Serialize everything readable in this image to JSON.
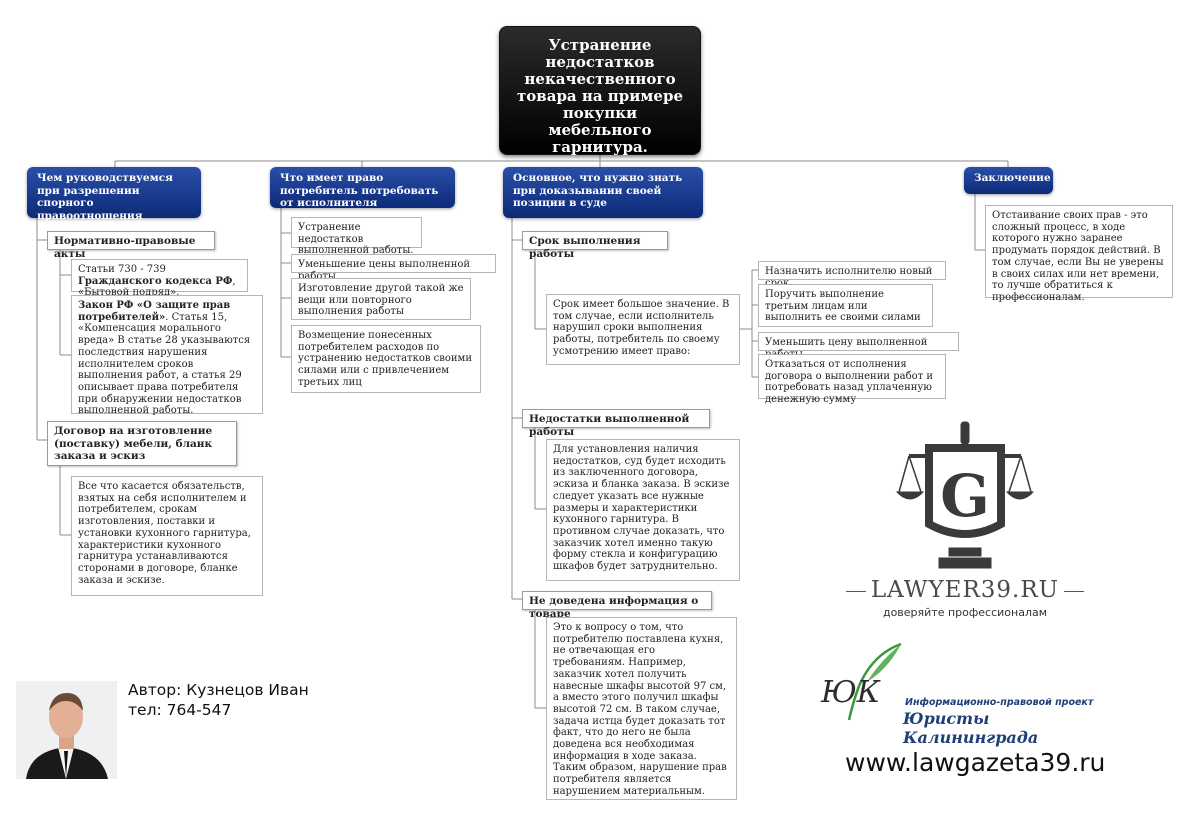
{
  "title": "Устранение недостатков некачественного товара на примере покупки мебельного гарнитура.",
  "categories": {
    "c1": "Чем руководствуемся при разрешении спорного правоотношения",
    "c2": "Что имеет право потребитель потребовать от исполнителя",
    "c3": "Основное, что нужно знать при доказывании своей позиции в суде",
    "c4": "Заключение"
  },
  "branch1": {
    "acts_title": "Нормативно-правовые акты",
    "gk_prefix": "Статьи 730 - 739 ",
    "gk_bold": "Гражданского кодекса РФ",
    "gk_suffix": ", «Бытовой подряд».",
    "zpp_bold": "Закон РФ «О защите прав потребителей»",
    "zpp_text": ". Статья 15, «Компенсация морального вреда» В статье 28 указываются последствия нарушения исполнителем сроков выполнения работ, а статья 29 описывает права потребителя при обнаружении недостатков выполненной работы.",
    "contract_title": "Договор на изготовление (поставку) мебели, бланк заказа и эскиз",
    "contract_text": "Все что касается обязательств, взятых на себя исполнителем и потребителем, срокам изготовления, поставки и установки кухонного гарнитура, характеристики кухонного гарнитура устанавливаются сторонами в договоре, бланке заказа и эскизе."
  },
  "branch2": {
    "items": [
      "Устранение недостатков выполненной работы.",
      "Уменьшение цены выполненной работы",
      "Изготовление другой такой же вещи или повторного выполнения работы",
      "Возмещение понесенных потребителем расходов по устранению недостатков своими силами или с привлечением третьих лиц"
    ]
  },
  "branch3": {
    "deadline_title": "Срок выполнения работы",
    "deadline_text": "Срок имеет большое значение. В том случае, если исполнитель нарушил сроки выполнения работы, потребитель по своему усмотрению имеет право:",
    "deadline_options": [
      "Назначить исполнителю новый срок",
      "Поручить выполнение третьим лицам или выполнить ее своими силами",
      "Уменьшить цену выполненной работы",
      "Отказаться от исполнения договора о выполнении работ и потребовать назад уплаченную денежную сумму"
    ],
    "defects_title": "Недостатки выполненной работы",
    "defects_text": "Для установления наличия недостатков, суд будет исходить из заключенного договора, эскиза и бланка заказа. В эскизе следует указать все нужные размеры и характеристики кухонного гарнитура. В противном случае доказать, что заказчик хотел именно такую форму стекла и конфигурацию шкафов будет затруднительно.",
    "info_title": "Не доведена информация о товаре",
    "info_text": "Это к вопросу о том, что потребителю поставлена кухня, не отвечающая его требованиям. Например, заказчик хотел получить навесные шкафы высотой 97 см, а вместо этого получил шкафы высотой 72 см. В таком случае, задача истца будет доказать тот факт, что до него не была доведена вся необходимая информация в ходе заказа. Таким образом, нарушение прав потребителя является нарушением материальным."
  },
  "branch4": {
    "text": "Отстаивание своих прав - это сложный процесс, в ходе которого нужно заранее продумать порядок действий. В том случае, если Вы не уверены в своих силах или нет времени, то лучше обратиться к профессионалам."
  },
  "author": {
    "name": "Автор: Кузнецов Иван",
    "phone": "тел: 764-547"
  },
  "logo": {
    "site": "LAWYER39.RU",
    "slogan": "доверяйте профессионалам",
    "letter": "G"
  },
  "project": {
    "line1": "Информационно-правовой проект",
    "line2": "Юристы Калининграда",
    "monogram": "ЮК"
  },
  "website": "www.lawgazeta39.ru",
  "colors": {
    "category": "#12308a",
    "root": "#111111",
    "connector": "#8c8c8c"
  }
}
